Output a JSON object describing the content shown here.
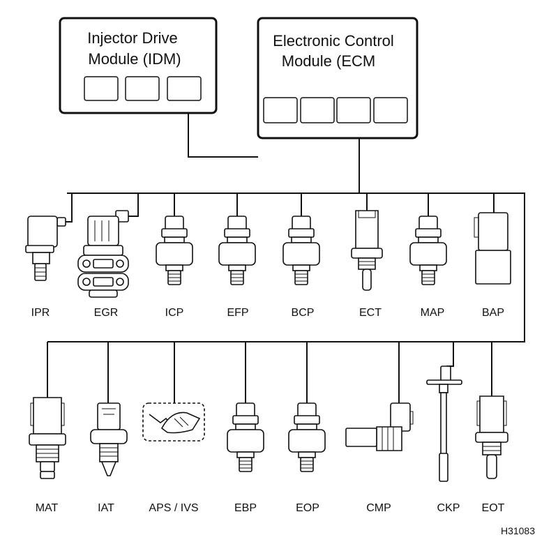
{
  "modules": {
    "idm": {
      "line1": "Injector Drive",
      "line2": "Module (IDM)"
    },
    "ecm": {
      "line1": "Electronic Control",
      "line2": "Module (ECM"
    }
  },
  "sensors_row1": [
    "IPR",
    "EGR",
    "ICP",
    "EFP",
    "BCP",
    "ECT",
    "MAP",
    "BAP"
  ],
  "sensors_row2": [
    "MAT",
    "IAT",
    "APS / IVS",
    "EBP",
    "EOP",
    "CMP",
    "CKP",
    "EOT"
  ],
  "figure_id": "H31083"
}
